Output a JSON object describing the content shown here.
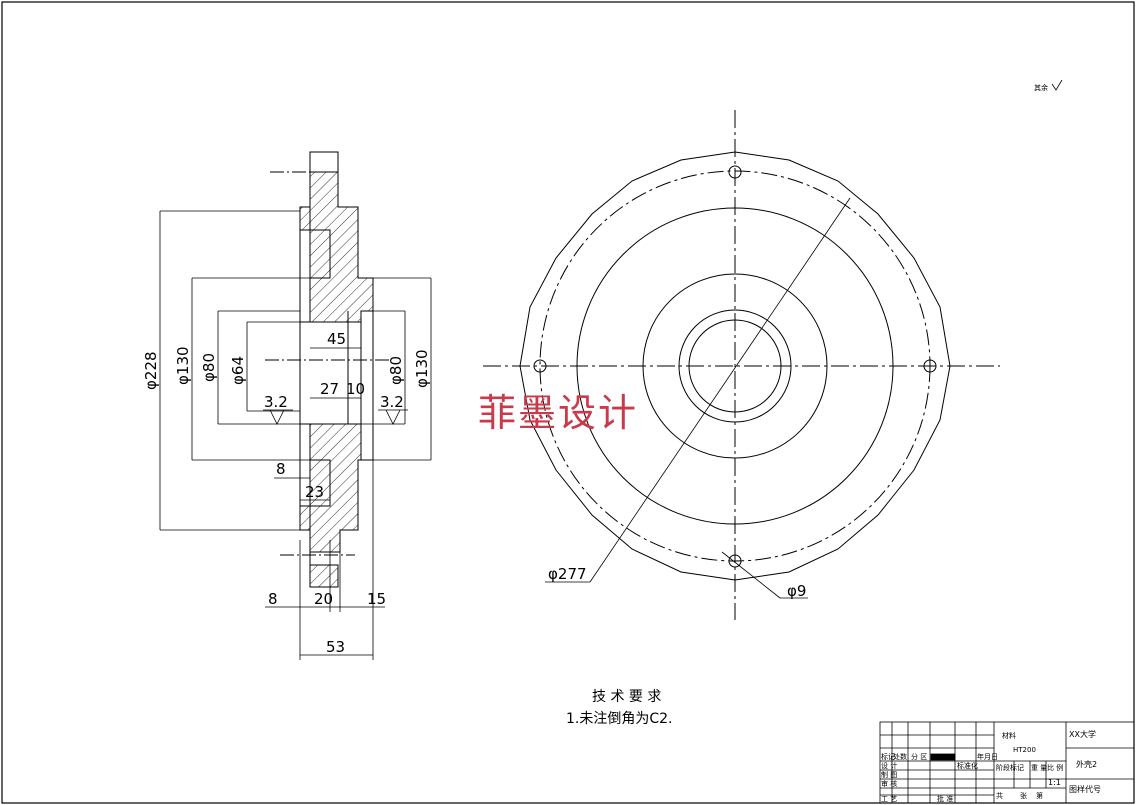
{
  "roughness_note": "其余",
  "watermark": "菲墨设计",
  "section_view": {
    "dims": {
      "d228": "φ228",
      "d130_left": "φ130",
      "d80_left": "φ80",
      "d64": "φ64",
      "d45": "45",
      "d27": "27",
      "d10": "10",
      "d80_right": "φ80",
      "d130_right": "φ130",
      "r32_left": "3.2",
      "r32_right": "3.2",
      "d8_mid": "8",
      "d23": "23",
      "d8_bottom": "8",
      "d20": "20",
      "d15": "15",
      "d53": "53"
    }
  },
  "front_view": {
    "d277": "φ277",
    "d9": "φ9"
  },
  "tech_requirements": {
    "title": "技 术 要 求",
    "item1": "1.未注倒角为C2."
  },
  "title_block": {
    "material_label": "材料",
    "material_value": "HT200",
    "school": "XX大学",
    "part_name": "外壳2",
    "drawing_no_label": "图样代号",
    "scale": "1:1",
    "h_mark": "标记",
    "h_count": "处数",
    "h_zone": "分 区",
    "h_date": "年月日",
    "r_design": "设 计",
    "r_draw": "制 图",
    "r_review": "审 核",
    "r_process": "工 艺",
    "h_stage": "阶段标记",
    "h_weight": "重 量",
    "h_ratio": "比 例",
    "h_sheets": "共",
    "h_zhang": "张",
    "h_di": "第",
    "h_approve": "批 准",
    "h_std": "标准化"
  }
}
